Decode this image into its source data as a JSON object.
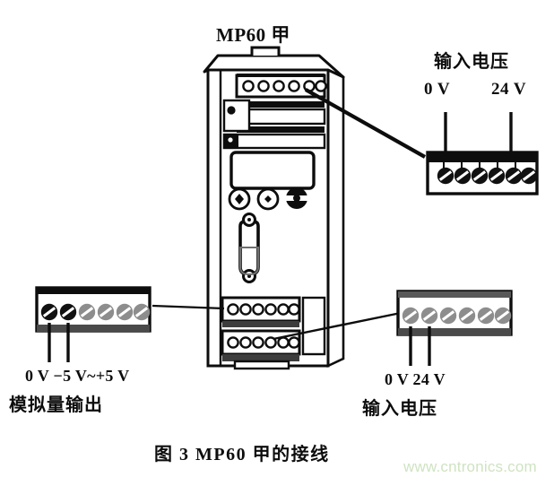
{
  "figure": {
    "device_title": "MP60 甲",
    "caption": "图 3    MP60 甲的接线",
    "watermark": "www.cntronics.com"
  },
  "blocks": {
    "top_right": {
      "name": "input-voltage-terminal-block-top",
      "heading": "输入电压",
      "terminal_count": 6,
      "labels": [
        {
          "text": "0 V",
          "terminal_index": 1
        },
        {
          "text": "24 V",
          "terminal_index": 4
        }
      ]
    },
    "bottom_left": {
      "name": "analog-output-terminal-block",
      "heading": "模拟量输出",
      "terminal_count": 6,
      "labels": [
        {
          "text": "0 V",
          "terminal_index": 1
        },
        {
          "text": "−5 V~+5 V",
          "terminal_index": 2
        }
      ],
      "label_line": "0 V −5 V~+5 V"
    },
    "bottom_right": {
      "name": "input-voltage-terminal-block-bottom",
      "heading": "输入电压",
      "terminal_count": 6,
      "labels": [
        {
          "text": "0 V",
          "terminal_index": 1
        },
        {
          "text": "24 V",
          "terminal_index": 2
        }
      ],
      "label_line": "0 V 24 V"
    }
  },
  "device": {
    "name": "MP60-controller",
    "top_terminal_holes": 6,
    "bottom_terminal_rows": 2,
    "bottom_terminal_holes_per_row": 6,
    "button_count": 3,
    "indicator_count": 3,
    "has_display": true,
    "has_dsub_connector": true
  },
  "colors": {
    "ink": "#0d0d0d",
    "screw_dark": "#111111",
    "screw_gray": "#8a8a8a",
    "body_fill": "#ffffff",
    "shadow_gray": "#9a9a9a",
    "watermark": "#cfe3c2"
  }
}
